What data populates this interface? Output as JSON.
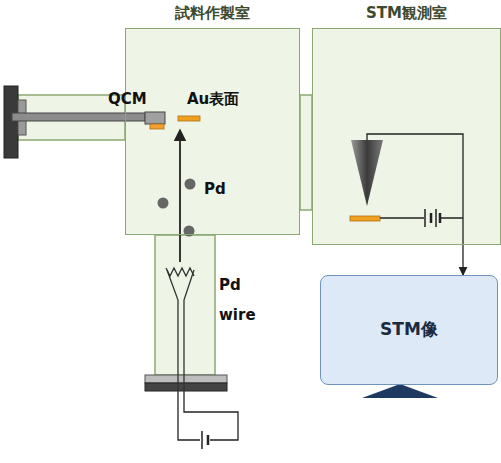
{
  "diagram": {
    "nodes": [
      {
        "text": [
          "試料作製室"
        ]
      },
      {
        "text": [
          "STM観測室"
        ]
      },
      {
        "text": [
          "STM像"
        ]
      }
    ],
    "edges": [
      {
        "from": 1,
        "to": 2,
        "arrow": "to"
      }
    ],
    "labels": [
      "QCM",
      "Au表面",
      "Pd",
      "Pd wire"
    ]
  }
}
